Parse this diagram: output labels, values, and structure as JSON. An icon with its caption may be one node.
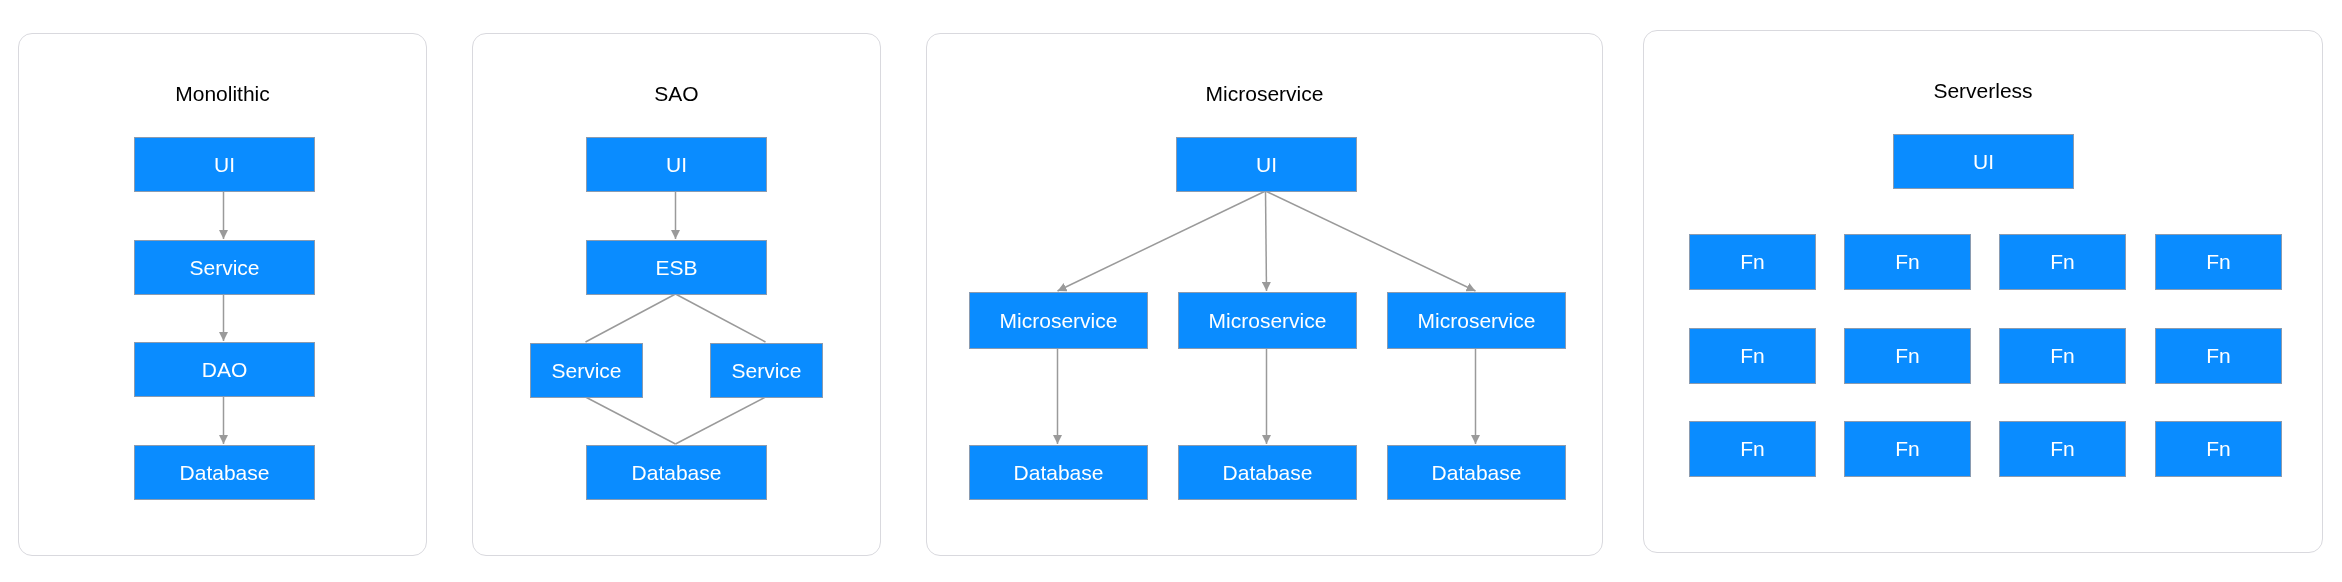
{
  "diagram": {
    "nodes": [
      {
        "text": [
          "Monolithic"
        ]
      },
      {
        "text": [
          "UI"
        ],
        "in": 0
      },
      {
        "text": [
          "Service"
        ],
        "in": 0
      },
      {
        "text": [
          "DAO"
        ],
        "in": 0
      },
      {
        "text": [
          "Database"
        ],
        "in": 0
      },
      {
        "text": [
          "SAO"
        ]
      },
      {
        "text": [
          "UI"
        ],
        "in": 5
      },
      {
        "text": [
          "ESB"
        ],
        "in": 5
      },
      {
        "text": [
          "Service"
        ],
        "in": 5
      },
      {
        "text": [
          "Service"
        ],
        "in": 5
      },
      {
        "text": [
          "Database"
        ],
        "in": 5
      },
      {
        "text": [
          "Microservice"
        ]
      },
      {
        "text": [
          "UI"
        ],
        "in": 11
      },
      {
        "text": [
          "Microservice"
        ],
        "in": 11
      },
      {
        "text": [
          "Microservice"
        ],
        "in": 11
      },
      {
        "text": [
          "Microservice"
        ],
        "in": 11
      },
      {
        "text": [
          "Database"
        ],
        "in": 11
      },
      {
        "text": [
          "Database"
        ],
        "in": 11
      },
      {
        "text": [
          "Database"
        ],
        "in": 11
      },
      {
        "text": [
          "Serverless"
        ]
      },
      {
        "text": [
          "UI"
        ],
        "in": 19
      },
      {
        "text": [
          "Fn"
        ],
        "in": 19
      },
      {
        "text": [
          "Fn"
        ],
        "in": 19
      },
      {
        "text": [
          "Fn"
        ],
        "in": 19
      },
      {
        "text": [
          "Fn"
        ],
        "in": 19
      },
      {
        "text": [
          "Fn"
        ],
        "in": 19
      },
      {
        "text": [
          "Fn"
        ],
        "in": 19
      },
      {
        "text": [
          "Fn"
        ],
        "in": 19
      },
      {
        "text": [
          "Fn"
        ],
        "in": 19
      },
      {
        "text": [
          "Fn"
        ],
        "in": 19
      },
      {
        "text": [
          "Fn"
        ],
        "in": 19
      },
      {
        "text": [
          "Fn"
        ],
        "in": 19
      },
      {
        "text": [
          "Fn"
        ],
        "in": 19
      }
    ],
    "edges": [
      {
        "from": 1,
        "to": 2,
        "arrow": "to"
      },
      {
        "from": 2,
        "to": 3,
        "arrow": "to"
      },
      {
        "from": 3,
        "to": 4,
        "arrow": "to"
      },
      {
        "from": 6,
        "to": 7,
        "arrow": "to"
      },
      {
        "from": 7,
        "to": 8,
        "arrow": "none"
      },
      {
        "from": 7,
        "to": 9,
        "arrow": "none"
      },
      {
        "from": 8,
        "to": 10,
        "arrow": "none"
      },
      {
        "from": 9,
        "to": 10,
        "arrow": "none"
      },
      {
        "from": 12,
        "to": 13,
        "arrow": "to"
      },
      {
        "from": 12,
        "to": 14,
        "arrow": "to"
      },
      {
        "from": 12,
        "to": 15,
        "arrow": "to"
      },
      {
        "from": 13,
        "to": 16,
        "arrow": "to"
      },
      {
        "from": 14,
        "to": 17,
        "arrow": "to"
      },
      {
        "from": 15,
        "to": 18,
        "arrow": "to"
      }
    ]
  }
}
